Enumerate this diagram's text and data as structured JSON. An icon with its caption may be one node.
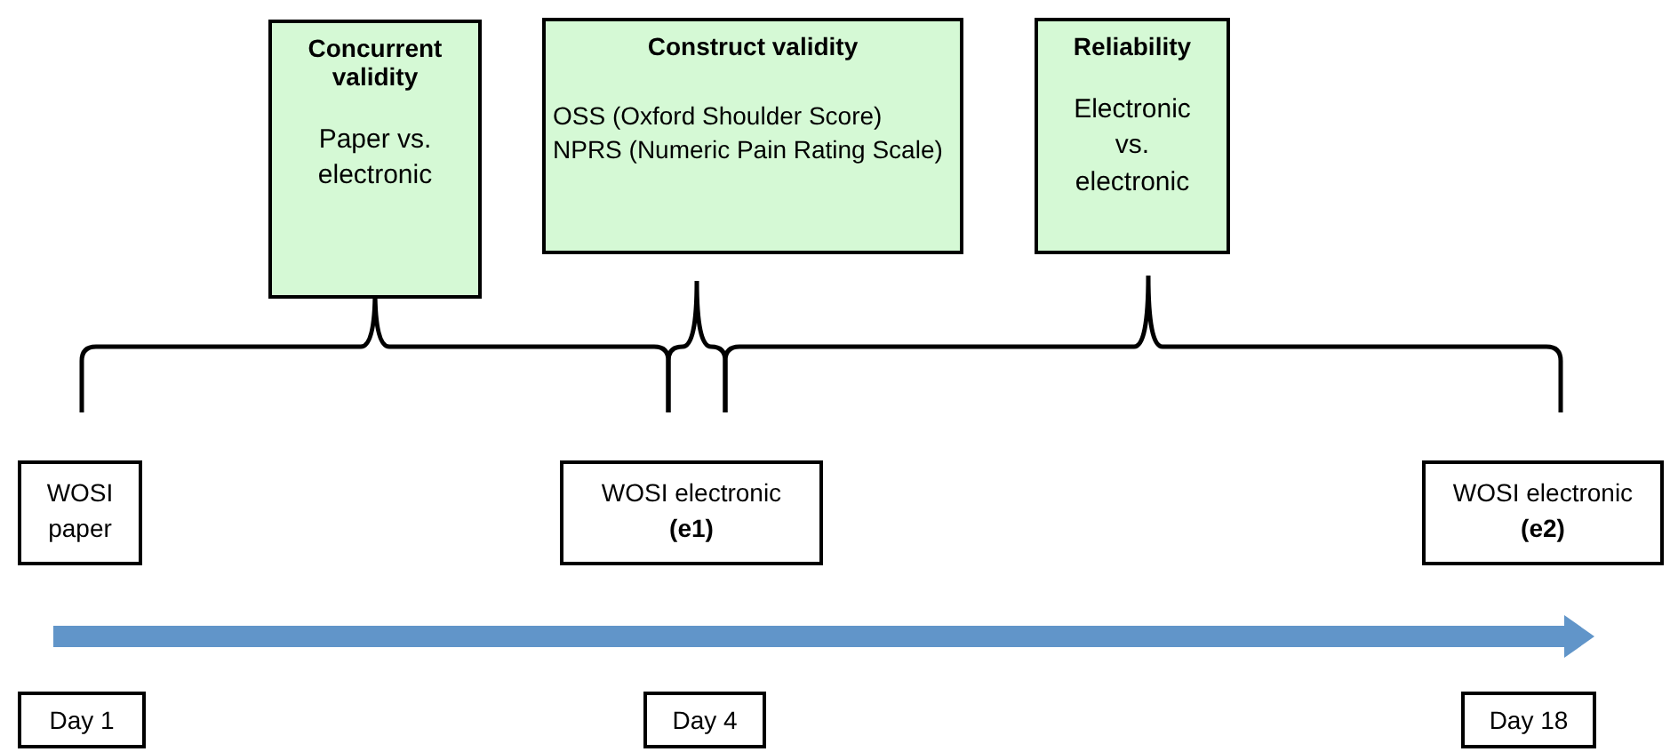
{
  "diagram": {
    "nodes": [
      {
        "text": [
          "Concurrent validity",
          "Paper vs. electronic"
        ]
      },
      {
        "text": [
          "Construct validity",
          "OSS (Oxford Shoulder Score)",
          "NPRS (Numeric Pain Rating Scale)"
        ]
      },
      {
        "text": [
          "Reliability",
          "Electronic vs. electronic"
        ]
      },
      {
        "text": [
          "WOSI paper"
        ]
      },
      {
        "text": [
          "WOSI electronic **(e1)**"
        ]
      },
      {
        "text": [
          "WOSI electronic **(e2)**"
        ]
      },
      {
        "text": [
          "Day 1"
        ]
      },
      {
        "text": [
          "Day 4"
        ]
      },
      {
        "text": [
          "Day 18"
        ]
      }
    ]
  }
}
